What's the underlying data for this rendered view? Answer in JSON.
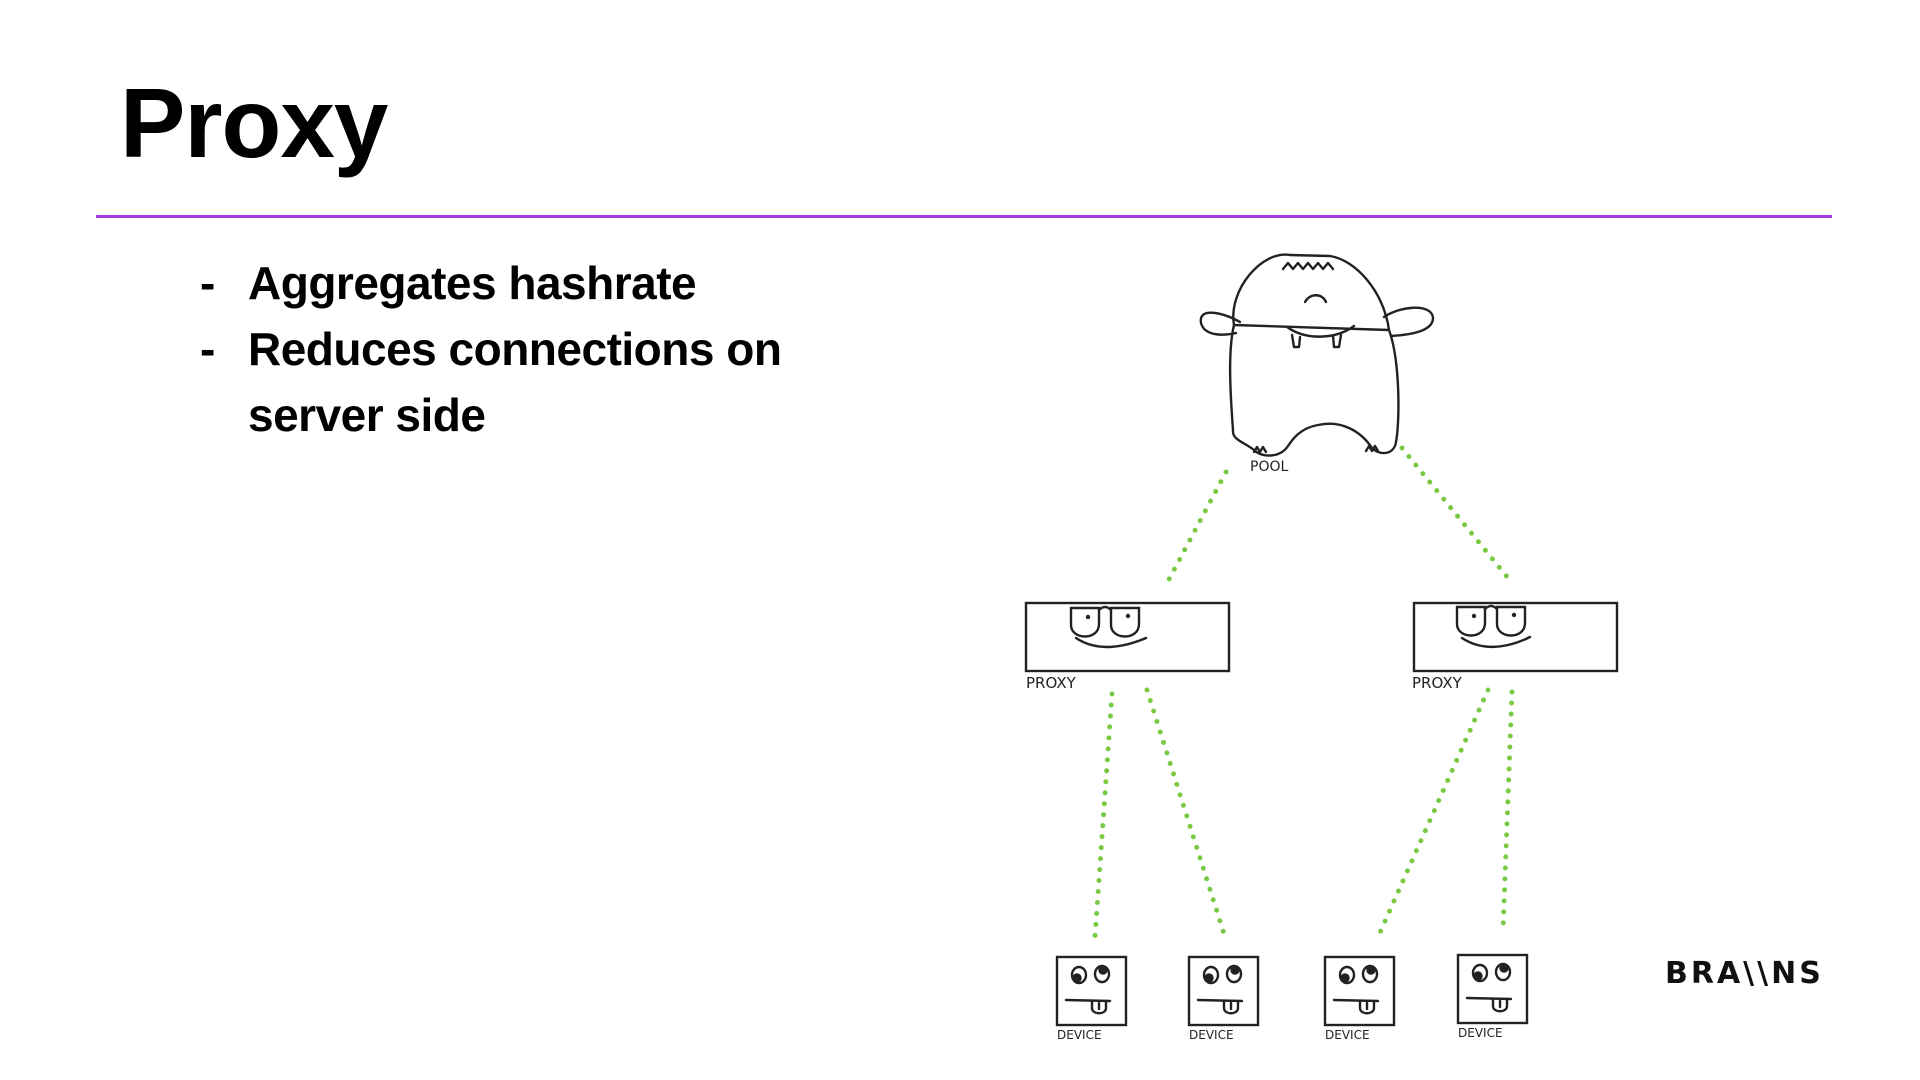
{
  "slide": {
    "title": "Proxy",
    "accent_color": "#a23ce0",
    "bullets": [
      {
        "marker": "-",
        "text": "Aggregates hashrate"
      },
      {
        "marker": "-",
        "text": "Reduces connections on server side"
      }
    ]
  },
  "diagram": {
    "connector_color": "#7ac943",
    "connector_style": "dotted",
    "nodes": {
      "pool": {
        "label": "POOL",
        "icon": "monster-icon"
      },
      "proxies": [
        {
          "label": "PROXY",
          "icon": "glasses-face-icon"
        },
        {
          "label": "PROXY",
          "icon": "glasses-face-icon"
        }
      ],
      "devices": [
        {
          "label": "DEVICE",
          "icon": "silly-face-icon"
        },
        {
          "label": "DEVICE",
          "icon": "silly-face-icon"
        },
        {
          "label": "DEVICE",
          "icon": "silly-face-icon"
        },
        {
          "label": "DEVICE",
          "icon": "silly-face-icon"
        }
      ]
    },
    "edges": [
      {
        "from": "pool",
        "to": "proxy-1"
      },
      {
        "from": "pool",
        "to": "proxy-2"
      },
      {
        "from": "proxy-1",
        "to": "device-1"
      },
      {
        "from": "proxy-1",
        "to": "device-2"
      },
      {
        "from": "proxy-2",
        "to": "device-3"
      },
      {
        "from": "proxy-2",
        "to": "device-4"
      }
    ]
  },
  "brand": {
    "logo_text": "BRA\\\\NS"
  }
}
